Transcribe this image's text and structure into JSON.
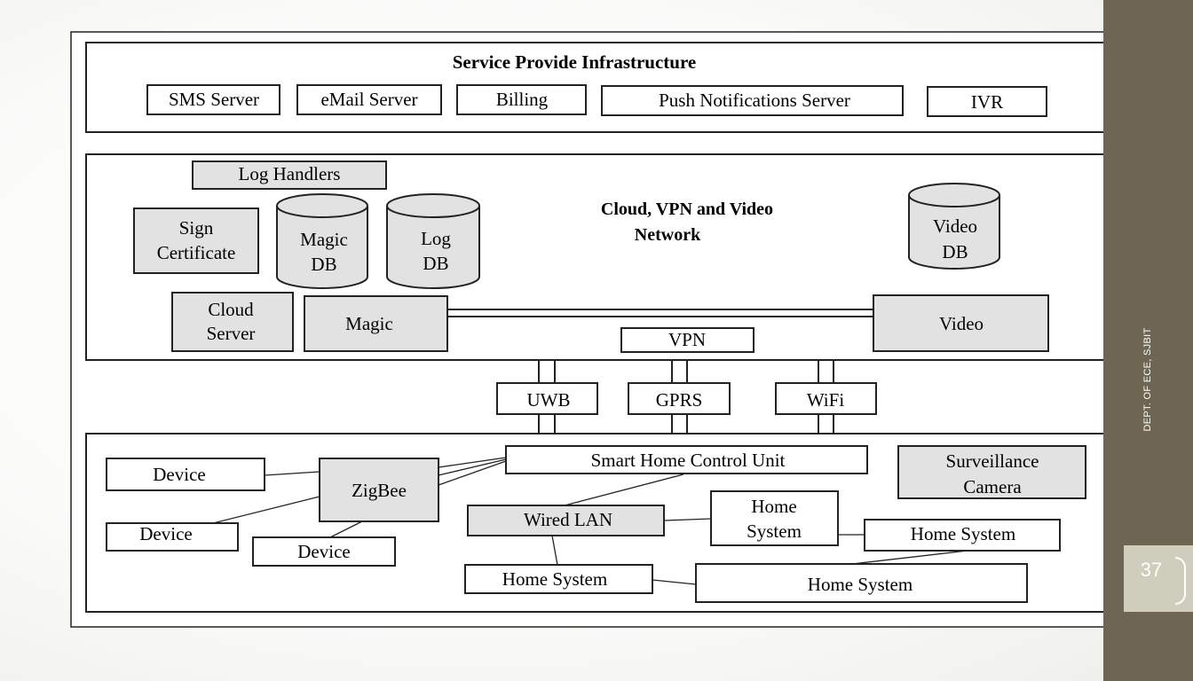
{
  "service_infrastructure": {
    "title": "Service Provide Infrastructure",
    "components": [
      "SMS Server",
      "eMail Server",
      "Billing",
      "Push Notifications Server",
      "IVR"
    ]
  },
  "cloud": {
    "title_line1": "Cloud, VPN and Video",
    "title_line2": "Network",
    "log_handlers": "Log Handlers",
    "sign_certificate": [
      "Sign",
      "Certificate"
    ],
    "magic_db": [
      "Magic",
      "DB"
    ],
    "log_db": [
      "Log",
      "DB"
    ],
    "video_db": [
      "Video",
      "DB"
    ],
    "cloud_server": [
      "Cloud",
      "Server"
    ],
    "magic": "Magic",
    "video": "Video",
    "vpn": "VPN"
  },
  "links": [
    "UWB",
    "GPRS",
    "WiFi"
  ],
  "home": {
    "device_left": "Device",
    "device_bottom_left": "Device",
    "device_bottom": "Device",
    "zigbee": "ZigBee",
    "control_unit": "Smart Home Control Unit",
    "surveillance": [
      "Surveillance",
      "Camera"
    ],
    "wired_lan": "Wired LAN",
    "home_system_mid": [
      "Home",
      "System"
    ],
    "home_system_right": "Home System",
    "home_system_bottom_left": "Home System",
    "home_system_bottom_right": "Home System"
  },
  "slide": {
    "footer": "DEPT. OF ECE, SJBIT",
    "page_number": "37"
  }
}
